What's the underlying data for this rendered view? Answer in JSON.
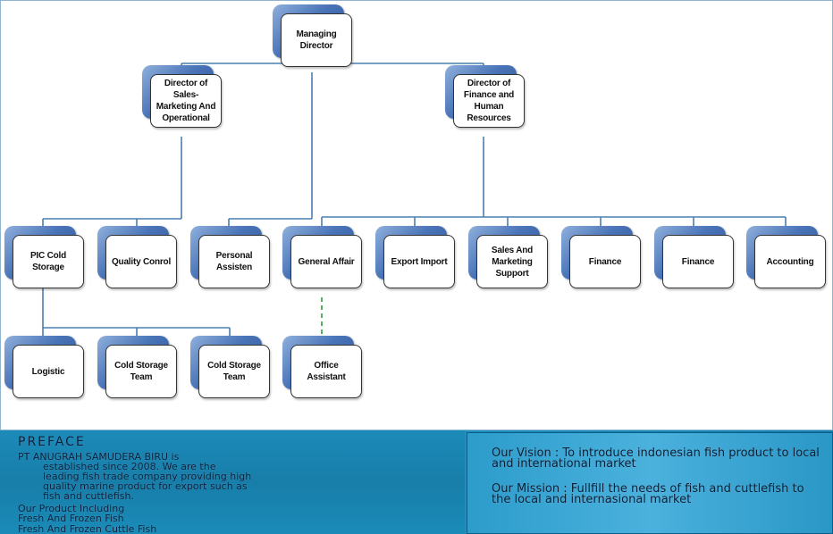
{
  "org_chart": {
    "top": {
      "id": "managing-director",
      "label": "Managing Director"
    },
    "directors": [
      {
        "id": "director-sales",
        "label": "Director of Sales- Marketing And Operational"
      },
      {
        "id": "director-finance",
        "label": "Director of Finance and Human Resources"
      }
    ],
    "departments": [
      {
        "id": "pic-cold-storage",
        "label": "PIC Cold Storage"
      },
      {
        "id": "quality-control",
        "label": "Quality Conrol"
      },
      {
        "id": "personal-assistant",
        "label": "Personal Assisten"
      },
      {
        "id": "general-affair",
        "label": "General Affair"
      },
      {
        "id": "export-import",
        "label": "Export Import"
      },
      {
        "id": "sales-marketing-support",
        "label": "Sales And Marketing Support"
      },
      {
        "id": "finance-1",
        "label": "Finance"
      },
      {
        "id": "finance-2",
        "label": "Finance"
      },
      {
        "id": "accounting",
        "label": "Accounting"
      }
    ],
    "staff": [
      {
        "id": "logistic",
        "label": "Logistic"
      },
      {
        "id": "cold-storage-team-1",
        "label": "Cold Storage Team"
      },
      {
        "id": "cold-storage-team-2",
        "label": "Cold Storage Team"
      },
      {
        "id": "office-assistant",
        "label": "Office Assistant"
      }
    ]
  },
  "banner": {
    "preface_title": "PREFACE",
    "preface_lines": [
      "PT ANUGRAH SAMUDERA BIRU is",
      "established since 2008. We are the",
      "leading fish trade company providing high",
      "quality marine product for export such as",
      "fish and cuttlefish."
    ],
    "product_title": "Our Product Including",
    "products": [
      "Fresh And Frozen Fish",
      "Fresh And Frozen Cuttle Fish"
    ],
    "vision": "Our Vision : To introduce indonesian fish product to local and international market",
    "mission": "Our Mission : Fullfill the needs of fish and cuttlefish to the local and internasional market"
  },
  "colors": {
    "line": "#4a7fb0",
    "dashed_line": "#2e9a3a",
    "banner": "#1b86b5",
    "box_shadow": "#4a74b8"
  }
}
